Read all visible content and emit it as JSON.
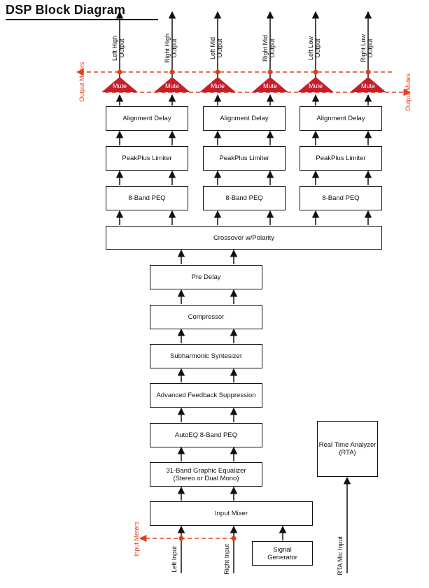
{
  "title": "DSP Block Diagram",
  "colors": {
    "accent": "#e0401e",
    "mute_fill": "#c81e2a",
    "line": "#111111"
  },
  "outputs": [
    "Left High\nOutput",
    "Right High\nOutput",
    "Left Mid\nOutput",
    "Right Mid\nOutput",
    "Left Low\nOutput",
    "Right Low\nOutput"
  ],
  "mute_label": "Mute",
  "output_meters_label": "Output Meters",
  "output_mutes_label": "Output Mutes",
  "input_meters_label": "Input Meters",
  "band_blocks": {
    "alignment_delay": "Alignment Delay",
    "peakplus_limiter": "PeakPlus Limiter",
    "peq": "8-Band PEQ"
  },
  "crossover": "Crossover w/Polarity",
  "pre_delay": "Pre Delay",
  "compressor": "Compressor",
  "subharmonic": "Subharmonic Syntesizer",
  "afs": "Advanced Feedback Suppression",
  "autoeq": "AutoEQ 8-Band PEQ",
  "geq": "31-Band Graphic Equalizer\n(Stereo or Dual Mono)",
  "input_mixer": "Input Mixer",
  "signal_generator": "Signal\nGenerator",
  "rta": "Real Time Analyzer\n(RTA)",
  "inputs": {
    "left": "Left Input",
    "right": "Right Input",
    "rta_mic": "RTA Mic Input"
  }
}
